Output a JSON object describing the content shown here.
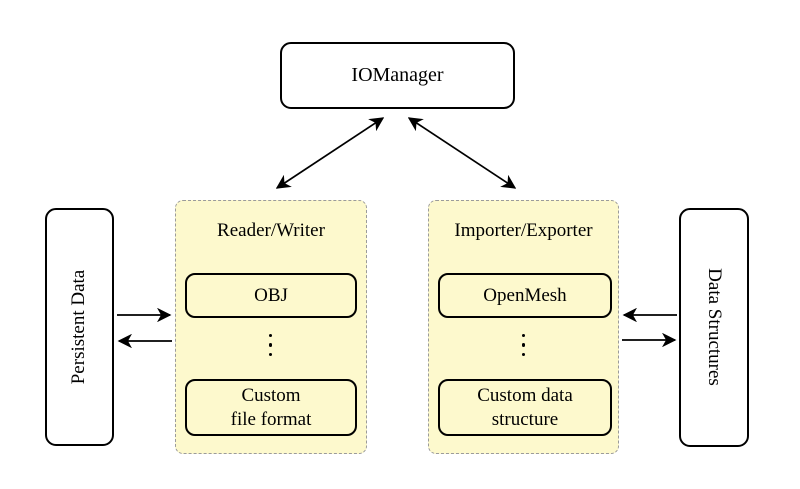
{
  "nodes": {
    "io_manager": {
      "label": "IOManager"
    },
    "persistent_data": {
      "label": "Persistent Data"
    },
    "data_structures": {
      "label": "Data Structures"
    }
  },
  "panels": [
    {
      "title": "Reader/Writer",
      "items": [
        {
          "lines": [
            "OBJ"
          ]
        },
        {
          "lines": [
            "Custom",
            "file format"
          ]
        }
      ],
      "separator": "vertical-dots"
    },
    {
      "title": "Importer/Exporter",
      "items": [
        {
          "lines": [
            "OpenMesh"
          ]
        },
        {
          "lines": [
            "Custom data",
            "structure"
          ]
        }
      ],
      "separator": "vertical-dots"
    }
  ],
  "connections": [
    {
      "from": "IOManager",
      "to": "Reader/Writer",
      "style": "double-headed"
    },
    {
      "from": "IOManager",
      "to": "Importer/Exporter",
      "style": "double-headed"
    },
    {
      "from": "Persistent Data",
      "to": "Reader/Writer",
      "style": "single"
    },
    {
      "from": "Reader/Writer",
      "to": "Persistent Data",
      "style": "single"
    },
    {
      "from": "Data Structures",
      "to": "Importer/Exporter",
      "style": "single"
    },
    {
      "from": "Importer/Exporter",
      "to": "Data Structures",
      "style": "single"
    }
  ],
  "colors": {
    "panel_fill": "#fdf9cd",
    "panel_border": "#9b9b9b",
    "node_fill": "#ffffff",
    "stroke": "#000000"
  }
}
